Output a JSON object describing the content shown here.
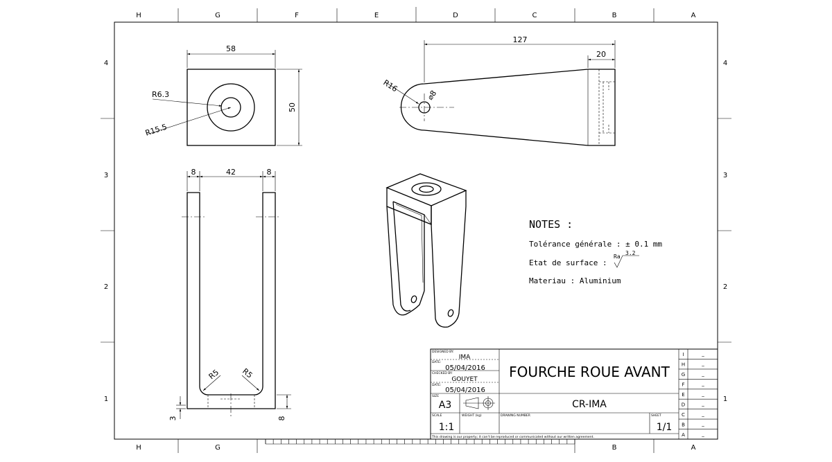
{
  "zones_top": [
    "H",
    "G",
    "F",
    "E",
    "D",
    "C",
    "B",
    "A"
  ],
  "zones_bottom": [
    "H",
    "G",
    "B",
    "A"
  ],
  "rows_left": [
    "4",
    "3",
    "2",
    "1"
  ],
  "rows_right": [
    "4",
    "3",
    "2",
    "1"
  ],
  "dims": {
    "top_width": "58",
    "top_height": "50",
    "top_r_inner": "R6.3",
    "top_r_outer": "R15.5",
    "side_length": "127",
    "side_end": "20",
    "side_r": "R16",
    "side_hole": "⌀8",
    "front_left": "8",
    "front_mid": "42",
    "front_right": "8",
    "front_r_left": "R5",
    "front_r_right": "R5",
    "front_bottom_left": "3",
    "front_bottom_right": "8"
  },
  "notes": {
    "title": "NOTES :",
    "tolerance": "Tolérance générale : ± 0.1 mm",
    "surface": "Etat de surface :",
    "surface_ra": "Ra",
    "surface_val": "3.2",
    "material": "Materiau : Aluminium"
  },
  "title_block": {
    "designed_by_label": "DESIGNED BY:",
    "designed_by": "IMA",
    "date_label_1": "DATE:",
    "date_1": "05/04/2016",
    "checked_by_label": "CHECKED BY:",
    "checked_by": "GOUYET",
    "date_label_2": "DATE:",
    "date_2": "05/04/2016",
    "size_label": "SIZE",
    "size": "A3",
    "title": "FOURCHE ROUE AVANT",
    "drawing_id": "CR-IMA",
    "scale_label": "SCALE",
    "scale": "1:1",
    "weight_label": "WEIGHT (kg)",
    "drawing_number_label": "DRAWING NUMBER",
    "sheet_label": "SHEET",
    "sheet": "1/1",
    "disclaimer": "This drawing is our property; it can't be reproduced or communicated without our written agreement.",
    "revisions": [
      {
        "letter": "I",
        "value": "_"
      },
      {
        "letter": "H",
        "value": "_"
      },
      {
        "letter": "G",
        "value": "_"
      },
      {
        "letter": "F",
        "value": "_"
      },
      {
        "letter": "E",
        "value": "_"
      },
      {
        "letter": "D",
        "value": "_"
      },
      {
        "letter": "C",
        "value": "_"
      },
      {
        "letter": "B",
        "value": "_"
      },
      {
        "letter": "A",
        "value": "_"
      }
    ]
  }
}
